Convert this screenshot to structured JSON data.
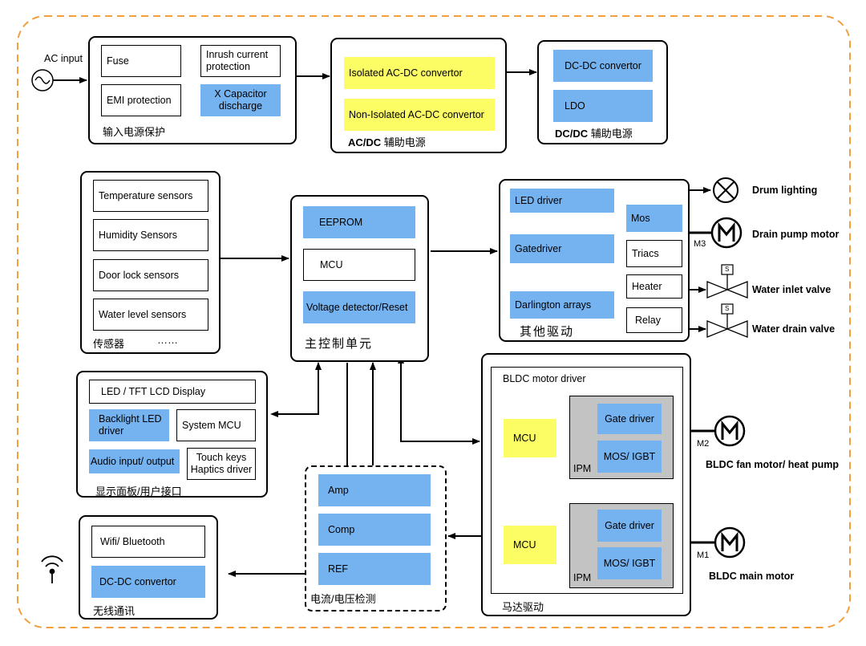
{
  "input_protection": {
    "ac_input": "AC input",
    "fuse": "Fuse",
    "inrush": "Inrush current protection",
    "emi": "EMI protection",
    "xcap": "X Capacitor discharge",
    "caption": "输入电源保护"
  },
  "acdc": {
    "isolated": "Isolated AC-DC convertor",
    "non_isolated": "Non-Isolated AC-DC convertor",
    "caption_bold": "AC/DC",
    "caption_rest": " 辅助电源"
  },
  "dcdc": {
    "dcdc_conv": "DC-DC convertor",
    "ldo": "LDO",
    "caption_bold": "DC/DC",
    "caption_rest": " 辅助电源"
  },
  "sensors": {
    "items": [
      "Temperature sensors",
      "Humidity Sensors",
      "Door lock sensors",
      "Water level sensors"
    ],
    "caption": "传感器",
    "ellipsis": "……"
  },
  "mcu_unit": {
    "eeprom": "EEPROM",
    "mcu": "MCU",
    "voltage": "Voltage detector/Reset",
    "caption": "主控制单元"
  },
  "other_drivers": {
    "led": "LED driver",
    "mos": "Mos",
    "gate": "Gatedriver",
    "triacs": "Triacs",
    "heater": "Heater",
    "darlington": "Darlington arrays",
    "relay": "Relay",
    "caption": "其他驱动"
  },
  "loads": {
    "drum": "Drum lighting",
    "drain_pump": "Drain pump motor",
    "m3": "M3",
    "inlet": "Water inlet valve",
    "drain_valve": "Water drain valve",
    "valve_s": "S",
    "fan": "BLDC fan motor/ heat pump",
    "m2": "M2",
    "main_motor": "BLDC main motor",
    "m1": "M1"
  },
  "display": {
    "lcd": "LED / TFT  LCD  Display",
    "backlight": "Backlight LED driver",
    "sys_mcu": "System MCU",
    "audio": "Audio input/ output",
    "touch": "Touch keys Haptics driver",
    "caption": "显示面板/用户接口"
  },
  "wireless": {
    "wifi": "Wifi/ Bluetooth",
    "dcdc": "DC-DC convertor",
    "caption": "无线通讯"
  },
  "sensing": {
    "amp": "Amp",
    "comp": "Comp",
    "ref": "REF",
    "caption": "电流/电压检测"
  },
  "motor_drive": {
    "title": "BLDC motor driver",
    "mcu": "MCU",
    "gate": "Gate driver",
    "mos": "MOS/ IGBT",
    "ipm": "IPM",
    "caption": "马达驱动"
  },
  "colors": {
    "blue": "#74b2f0",
    "yellow": "#fcfc64",
    "grey": "#c3c3c3",
    "frame": "#f0a040"
  }
}
